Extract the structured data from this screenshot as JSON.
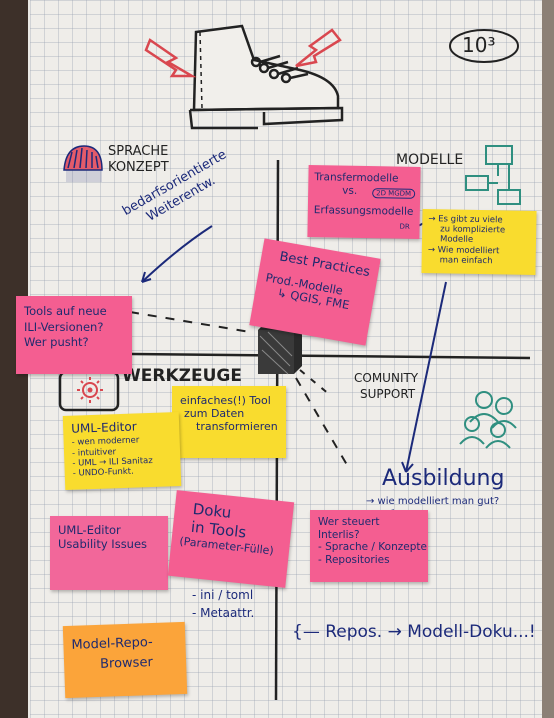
{
  "labels": {
    "ten": "10³",
    "sprache_konzept": [
      "SPRACHE",
      "KONZEPT"
    ],
    "modelle": "MODELLE",
    "werkzeuge": "WERKZEUGE",
    "community_support": [
      "COMUNITY",
      "SUPPORT"
    ],
    "bedarfsorientierte": [
      "bedarfsorientierte",
      "Weiterentw."
    ],
    "ausbildung": "Ausbildung",
    "ausbildung_sub": "→ wie modelliert man gut?",
    "ini_toml": "- ini / toml",
    "metaattr": "- Metaattr.",
    "repos_line": "{— Repos. → Modell-Doku...!"
  },
  "notes": {
    "transfer": [
      "Transfermodelle",
      "vs.",
      "Erfassungsmodelle"
    ],
    "transfer_small": [
      "2D MGDM",
      "DR"
    ],
    "zu_viele": [
      "→ Es gibt zu viele",
      "zu komplizierte",
      "Modelle",
      "→ Wie modelliert",
      "man einfach"
    ],
    "best_practices": [
      "Best Practices",
      "Prod.-Modelle",
      "↳ QGIS, FME"
    ],
    "tools_ili": [
      "Tools auf neue",
      "ILI-Versionen?",
      "Wer pusht?"
    ],
    "einfaches_tool": [
      "einfaches(!) Tool",
      "zum Daten",
      "transformieren"
    ],
    "uml_editor": [
      "UML-Editor",
      "- wen moderner",
      "- intuitiver",
      "- UML → ILI Sanitaz",
      "- UNDO-Funkt."
    ],
    "uml_usability": [
      "UML-Editor",
      "Usability Issues"
    ],
    "doku_intools": [
      "Doku",
      "in Tools",
      "(Parameter-Fülle)"
    ],
    "wer_steuert": [
      "Wer steuert",
      "Interlis?",
      "- Sprache / Konzepte",
      "- Repositories"
    ],
    "model_repo": [
      "Model-Repo-",
      "Browser"
    ]
  },
  "colors": {
    "pink": "#f45e91",
    "yellow": "#f9dc2e",
    "orange": "#fba43a",
    "ink_blue": "#1c2a7a",
    "marker_black": "#222222",
    "marker_red": "#d9474f",
    "marker_teal": "#2f8f80"
  },
  "icons": [
    "boot-icon",
    "red-arrow-icon",
    "brain-icon",
    "diagram-icon",
    "gear-icon",
    "people-icon"
  ]
}
